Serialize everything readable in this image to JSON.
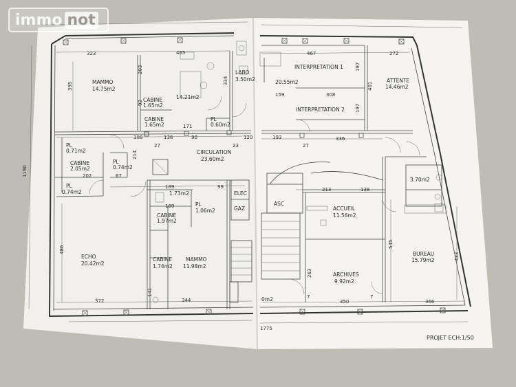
{
  "watermark": {
    "left": "immo",
    "right": "not"
  },
  "rooms": {
    "mammo1": "MAMMO",
    "mammo1_area": "14.75m2",
    "r1421": "14.21m2",
    "labo": "LABO",
    "labo_area": "3.50m2",
    "cabine1": "CABINE",
    "cabine1_area": "1.65m2",
    "cabine2": "CABINE",
    "cabine2_area": "1.65m2",
    "pl1": "PL",
    "pl1_area": "0.60m2",
    "pl2": "PL",
    "pl2_area": "0.71m2",
    "cabine3": "CABINE",
    "cabine3_area": "2.05m2",
    "pl3": "PL",
    "pl3_area": "0.74m2",
    "pl4": "PL",
    "pl4_area": "0.74m2",
    "circ": "CIRCULATION",
    "circ_area": "23.60m2",
    "r173": "1.73m2",
    "pl5": "PL",
    "pl5_area": "1.06m2",
    "elec": "ELEC",
    "gaz": "GAZ",
    "cabine4": "CABINE",
    "cabine4_area": "1.97m2",
    "echo": "ECHO",
    "echo_area": "20.42m2",
    "cabine5": "CABINE",
    "cabine5_area": "1.74m2",
    "mammo2": "MAMMO",
    "mammo2_area": "11.98m2",
    "interp1": "INTERPRETATION 1",
    "interp1_area": "20.55m2",
    "interp2": "INTERPRETATION 2",
    "attente": "ATTENTE",
    "attente_area": "14.46m2",
    "r370": "3.70m2",
    "asc": "ASC",
    "accueil": "ACCUEIL",
    "accueil_area": "11.56m2",
    "archives": "ARCHIVES",
    "archives_area": "9.92m2",
    "bureau": "BUREAU",
    "bureau_area": "15.79m2",
    "r0m2": "0m2"
  },
  "dims": {
    "d323": "323",
    "d465": "465",
    "d467": "467",
    "d272": "272",
    "d395": "395",
    "d203": "203",
    "d334": "334",
    "d197a": "197",
    "d401": "401",
    "d308": "308",
    "d159": "159",
    "d197b": "197",
    "d92": "92",
    "d171": "171",
    "d108": "108",
    "d27a": "27",
    "d138a": "138",
    "d90": "90",
    "d23": "23",
    "d120": "120",
    "d193": "193",
    "d27b": "27",
    "d336": "336",
    "d1190": "1190",
    "d214": "214",
    "d202": "202",
    "d67": "67",
    "d99": "99",
    "d189a": "189",
    "d189b": "189",
    "d213": "213",
    "d138b": "138",
    "d486": "486",
    "d545": "545",
    "d433": "433",
    "d263": "263",
    "d141": "141",
    "d372": "372",
    "d344": "344",
    "d350": "350",
    "d366": "366",
    "d7a": "7",
    "d7b": "7",
    "d1775": "1775"
  },
  "footer": {
    "projet": "PROJET ECH:1/50"
  }
}
